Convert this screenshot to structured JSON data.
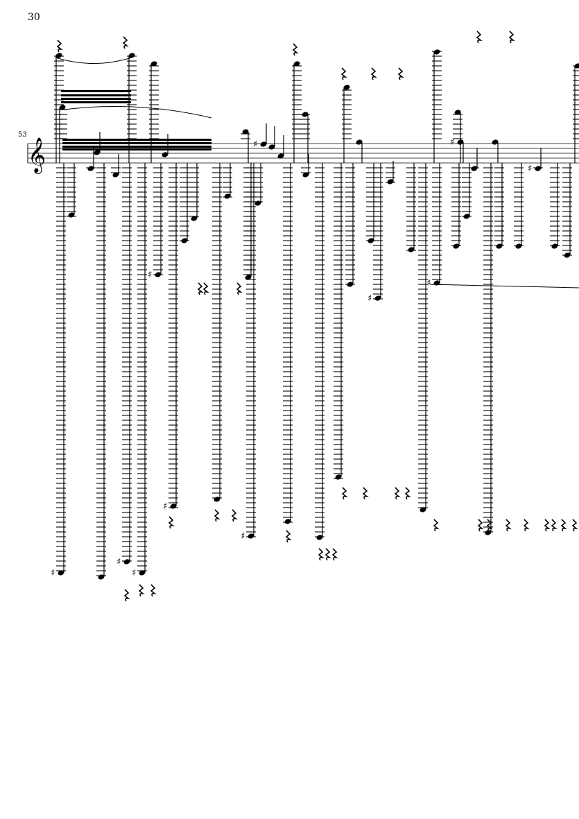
{
  "page": {
    "number": "30"
  },
  "system": {
    "measure_number": "53",
    "clef": "treble"
  },
  "colors": {
    "ink": "#000000",
    "paper": "#ffffff"
  }
}
